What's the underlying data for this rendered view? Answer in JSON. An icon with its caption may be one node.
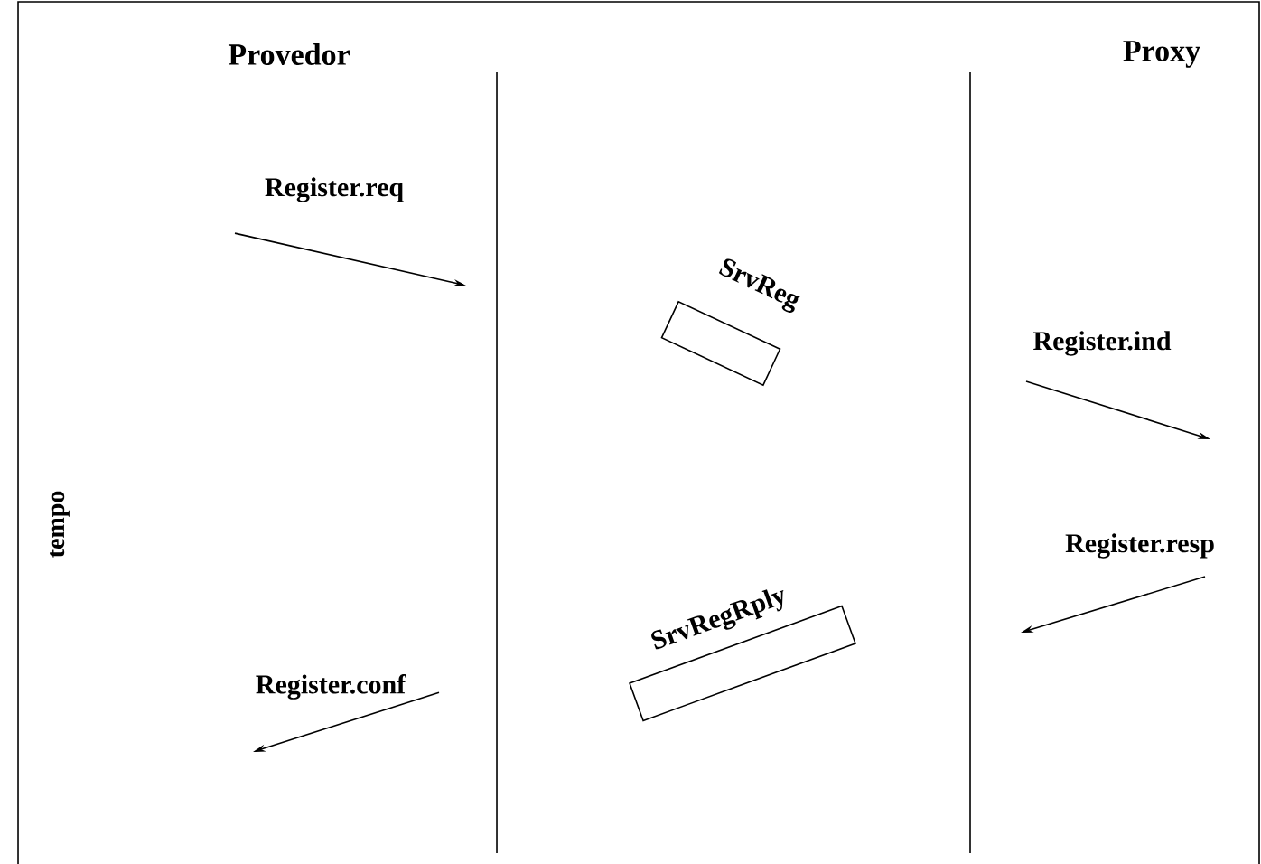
{
  "diagram": {
    "nodes": [
      {
        "text": [
          "Register.req"
        ]
      },
      {
        "text": [
          "SrvReg"
        ]
      },
      {
        "text": [
          "Register.ind"
        ]
      },
      {
        "text": [
          "Register.resp"
        ]
      },
      {
        "text": [
          "SrvRegRply"
        ]
      },
      {
        "text": [
          "Register.conf"
        ]
      }
    ],
    "edges": [
      {
        "from": 0,
        "to": null,
        "arrow": "to"
      },
      {
        "from": 2,
        "to": null,
        "arrow": "to"
      },
      {
        "from": 3,
        "to": null,
        "arrow": "to"
      },
      {
        "from": 5,
        "to": null,
        "arrow": "to"
      }
    ],
    "labels": [
      "Provedor",
      "Proxy",
      "tempo"
    ]
  }
}
